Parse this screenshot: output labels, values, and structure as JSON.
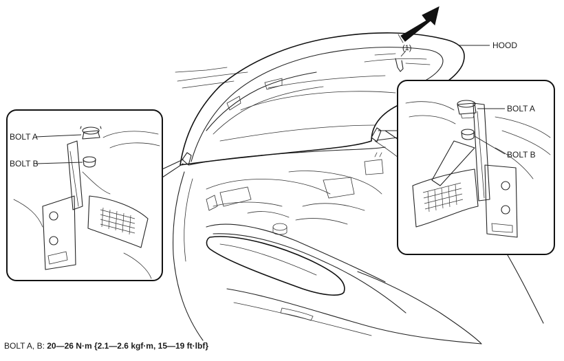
{
  "labels": {
    "hood": "HOOD",
    "callout": "(1)",
    "bolt_a": "BOLT A",
    "bolt_b": "BOLT B"
  },
  "spec": {
    "label": "BOLT A, B: ",
    "value": "20—26 N·m {2.1—2.6 kgf·m, 15—19 ft·lbf}"
  }
}
